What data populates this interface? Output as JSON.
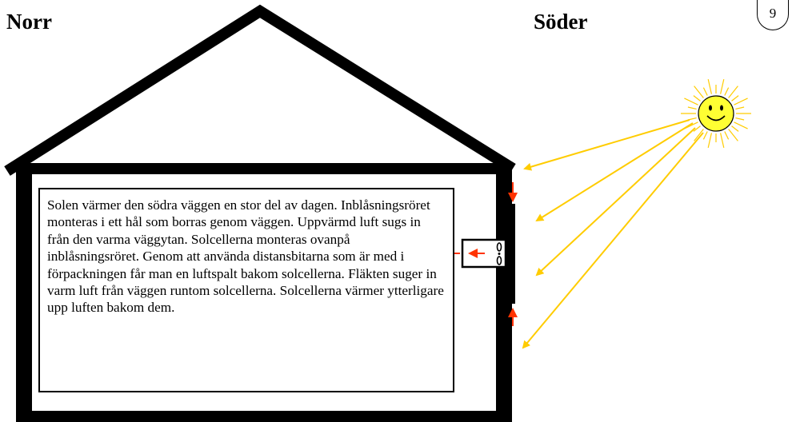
{
  "labels": {
    "north": "Norr",
    "south": "Söder",
    "page_number": "9"
  },
  "description": "Solen värmer den södra väggen en stor del av dagen. Inblåsningsröret monteras i ett hål som borras genom väggen. Uppvärmd luft sugs in från den varma väggytan. Solcellerna monteras ovanpå inblåsningsröret. Genom att använda distansbitarna som är med i förpackningen får man en luftspalt bakom solcellerna. Fläkten suger in varm luft från väggen runtom solcellerna. Solcellerna värmer ytterligare upp luften bakom dem.",
  "colors": {
    "sun_fill": "#ffff33",
    "sun_rays": "#ffcc00",
    "sunlight_arrows": "#ffcc00",
    "airflow_arrows": "#ff3300",
    "house_walls": "#000000"
  },
  "icons": {
    "sun": "smiling-sun-icon",
    "fan": "fan-icon"
  }
}
